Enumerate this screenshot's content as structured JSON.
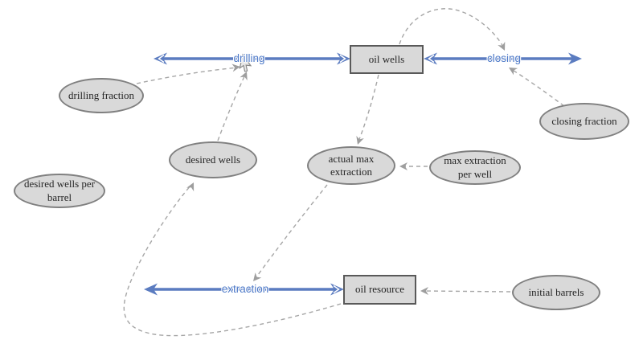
{
  "diagram": {
    "type": "system-dynamics-stock-flow-model",
    "stocks": [
      {
        "label": "oil wells"
      },
      {
        "label": "oil resource"
      }
    ],
    "flows": [
      {
        "label": "drilling",
        "to": "oil wells"
      },
      {
        "label": "closing",
        "from": "oil wells"
      },
      {
        "label": "extraction",
        "from": "oil resource"
      }
    ],
    "auxiliaries": [
      {
        "label": "drilling fraction"
      },
      {
        "label": "closing fraction"
      },
      {
        "label": "desired wells"
      },
      {
        "label": "desired wells per barrel"
      },
      {
        "label": "actual max extraction"
      },
      {
        "label": "max extraction per well"
      },
      {
        "label": "initial barrels"
      }
    ],
    "connectors": [
      {
        "from": "drilling fraction",
        "to": "drilling"
      },
      {
        "from": "desired wells",
        "to": "drilling"
      },
      {
        "from": "oil wells",
        "to": "closing"
      },
      {
        "from": "closing fraction",
        "to": "closing"
      },
      {
        "from": "oil wells",
        "to": "actual max extraction"
      },
      {
        "from": "max extraction per well",
        "to": "actual max extraction"
      },
      {
        "from": "actual max extraction",
        "to": "extraction"
      },
      {
        "from": "initial barrels",
        "to": "oil resource"
      },
      {
        "from": "oil resource",
        "to": "desired wells"
      }
    ],
    "colors": {
      "flow": "#5b7cc0",
      "flow_label": "#4d79c8",
      "connector": "#a6a6a6",
      "node_fill": "#d9d9d9",
      "aux_border": "#808080",
      "stock_border": "#595959",
      "text": "#262626"
    }
  }
}
